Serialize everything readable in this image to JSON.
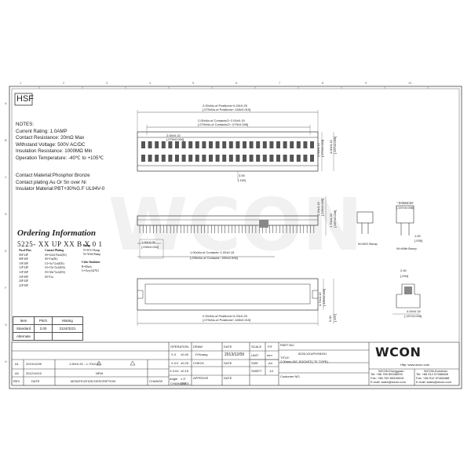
{
  "header": {
    "logo_text": "HSF"
  },
  "notes": {
    "title": "NOTES:",
    "lines": [
      "Current Rating: 1.0AMP",
      "Contact Resistance: 20mΩ Max",
      "Withstand Voltage: 500V AC/DC",
      "Insulation Resistance: 1000MΩ Min",
      "Operation Temperature: -40℃ to +105℃"
    ],
    "material_lines": [
      "Contact Material:Phosphor Bronze",
      "Contact plating:Au Or Sn over Ni",
      "Insulator Material:PBT+30%G.F UL94V-0"
    ]
  },
  "ordering": {
    "title": "Ordering Information",
    "code": "5225- XX UP XX B X 0 1",
    "pins_header": "No.of Pins",
    "pins": [
      "06P 24P",
      "08P 26P",
      "10P 30P",
      "12P 34P",
      "14P 36P",
      "16P 40P",
      "20P 44P",
      "22P 50P"
    ],
    "plating_header": "Contact Plating",
    "plating": [
      "S0=Gold Flash(Ni)",
      "00=Tin(Ni)",
      "G1=3u\"Gold(Ni)",
      "S3=15u\"Gold(Ni)",
      "S5=30u\"Gold(Ni)",
      "00=Tin"
    ],
    "bump_header": "Bump",
    "bump": [
      "N=W/O Bump",
      "W=With Bump"
    ],
    "color_header": "Color Insulator",
    "color": [
      "B=Black",
      "G=Grey(42℃)"
    ]
  },
  "item_table": {
    "headers": [
      "Item",
      "Pitch",
      "Mating"
    ],
    "rows": [
      [
        "Standard",
        "2.00",
        "3124/3221"
      ],
      [
        "Alternate",
        "",
        ""
      ]
    ]
  },
  "dimensions": {
    "top_view": {
      "overall_1": "2.00xNo.of Positions+4.20±0.25",
      "overall_2": "[.079xNo.of Positions+.165±0.010]",
      "contacts_1": "2.00xNo.of Contacts/2−2.00±0.15",
      "contacts_2": "[.079xNo.of Contacts/2−.079±0.006]",
      "pitch_1": "2.00±0.10",
      "pitch_2": "[.079±0.004]",
      "height_1": "2.00±0.10",
      "height_2": "[.079±0.004]",
      "width_1": "4.00±0.15",
      "width_2": "[.157±0.006]",
      "side_1": "3.00",
      "side_2": "[.118]"
    },
    "front_view": {
      "v1": "3.20±0.15",
      "v1b": "[.126±0.006]",
      "v2": "1.70±0.20",
      "v2b": "[.067±0.008]",
      "pitch_1": "1.00±0.05",
      "pitch_2": "[.039±0.002]",
      "contacts_1": "1.00xNo.of Contacts−1.00±0.15",
      "contacts_2": "[.039xNo.of Contacts−.039±0.006]"
    },
    "bottom_view": {
      "overall_1": "2.00xNo.of Positions+4.20±0.25",
      "overall_2": "[.079xNo.of Positions+.165±0.010]",
      "d1": "4.70±0.15",
      "d1b": "[.185±0.006]",
      "d2": "5.00",
      "d2b": "[.197]"
    },
    "side": {
      "top_1": "5.00±0.20",
      "top_2": "[.197±0.008]",
      "h1": "1.00",
      "h1b": "[.039]",
      "h2": "2.40",
      "h2b": "[.094]",
      "w1": "4.00±0.15",
      "w1b": "[.157±0.006]",
      "bump_no": "N=W/O Bump",
      "bump_yes": "W=With Bump"
    }
  },
  "title_block": {
    "operation": "OPERATION",
    "draw": "DRAW",
    "date": "DATE",
    "scale": "SCALE",
    "fit": "FIT",
    "part_no": "PART NO.",
    "part_no_value": "5225-XXUPXXBX01",
    "xx": "X.X",
    "xx_tol": "±0.40",
    "xxx": "X.XX",
    "xxx_tol": "±0.25",
    "xxxx": "X.XXX",
    "xxxx_tol": "±0.15",
    "angle": "Angle",
    "angle_tol": "± 3°",
    "drawer": "JYHuang",
    "draw_date": "2013/12/09",
    "check": "CHECK",
    "approve": "APPROVE",
    "unit": "UNIT",
    "unit_value": "mm",
    "size": "SIZE",
    "size_value": "A4",
    "sheet": "SHEET",
    "sheet_value": "1/1",
    "title_label": "TITLE:",
    "title_value": "2.00mm IDC SOCKET( \"S\" TYPE)",
    "customer": "Customer NO.",
    "change": "CHANGE",
    "dim": "DIM",
    "tol": "TOL.",
    "revisions": [
      {
        "rev": "A1",
        "date": "2013/12/09",
        "desc": "1.50±0.20→1.70±0.20"
      },
      {
        "rev": "A0",
        "date": "2012/10/10",
        "desc": "NEW"
      }
    ],
    "rev_header": "REV",
    "date_header": "DATE",
    "mod_header": "MODIFICATION  DESCRIPTION",
    "company": "WCON",
    "website": "Http: www.wcon.com",
    "office_1": "WCON-Dongguan",
    "office_1_tel": "Tel: +86 769 85338000",
    "office_1_fax": "Fax: +86 769 85338015",
    "office_1_mail": "E-mail: sales@wcon.com",
    "office_2": "WCON-Kunshan",
    "office_2_tel": "Tel: +86 512 57468468",
    "office_2_fax": "Fax: +86 512 57468488",
    "office_2_mail": "E-mail: sales@wcon.com"
  },
  "ruler_top": [
    "1",
    "2",
    "3",
    "4",
    "5",
    "6",
    "7",
    "8",
    "9",
    "10"
  ],
  "ruler_side": [
    "A",
    "B",
    "C",
    "D",
    "E",
    "F",
    "G",
    "H"
  ],
  "watermark": "WCON"
}
